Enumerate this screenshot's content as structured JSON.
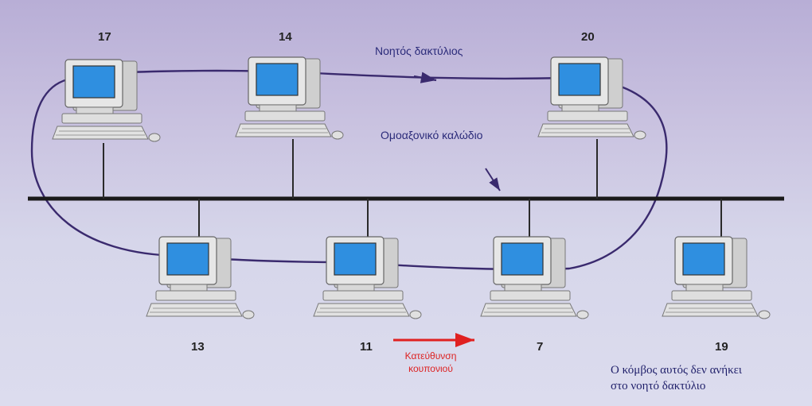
{
  "diagram": {
    "nodes": [
      "17",
      "14",
      "20",
      "13",
      "11",
      "7",
      "19"
    ],
    "virtual_ring_label": "Νοητός δακτύλιος",
    "coax_cable_label": "Ομοαξονικό καλώδιο",
    "token_direction_label": [
      "Κατεύθυνση",
      "κουπονιού"
    ],
    "not_in_ring_note": [
      "Ο κόμβος αυτός δεν ανήκει",
      "στο νοητό δακτύλιο"
    ]
  },
  "colors": {
    "bus": "#1a1a1a",
    "ring": "#3a2a6e",
    "token_arrow": "#e02020",
    "monitor_screen": "#2f8fe0",
    "computer_body": "#e6e6e6"
  }
}
